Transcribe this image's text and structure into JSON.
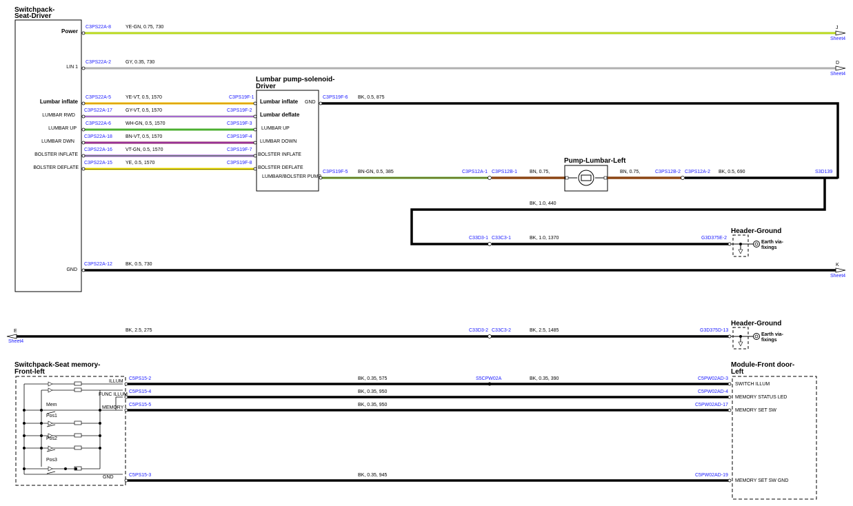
{
  "title": "",
  "components": {
    "switchpack_driver": {
      "name_line1": "Switchpack-",
      "name_line2": "Seat-Driver"
    },
    "lumbar_pump": {
      "name_line1": "Lumbar pump-solenoid-",
      "name_line2": "Driver"
    },
    "pump_lumbar_left": {
      "name": "Pump-Lumbar-Left"
    },
    "header_ground_1": {
      "name": "Header-Ground",
      "earth_line1": "Earth via-",
      "earth_line2": "fixings"
    },
    "header_ground_2": {
      "name": "Header-Ground",
      "earth_line1": "Earth via-",
      "earth_line2": "fixings"
    },
    "switchpack_memory": {
      "name_line1": "Switchpack-Seat memory-",
      "name_line2": "Front-left"
    },
    "module_door": {
      "name_line1": "Module-Front door-",
      "name_line2": "Left"
    }
  },
  "switchpack_pins": {
    "power": "Power",
    "lin1": "LIN 1",
    "lumbar_inflate": "Lumbar inflate",
    "lumbar_rwd": "LUMBAR RWD",
    "lumbar_up": "LUMBAR UP",
    "lumbar_dwn": "LUMBAR DWN",
    "bolster_inflate": "BOLSTER INFLATE",
    "bolster_deflate": "BOLSTER DEFLATE",
    "gnd": "GND"
  },
  "pump_pins": {
    "lumbar_inflate": "Lumbar inflate",
    "lumbar_deflate": "Lumbar deflate",
    "lumbar_up": "LUMBAR UP",
    "lumbar_down": "LUMBAR DOWN",
    "bolster_inflate": "BOLSTER INFLATE",
    "bolster_deflate": "BOLSTER DEFLATE",
    "lumbar_bolster_pump": "LUMBAR/BOLSTER PUMP",
    "gnd": "GND"
  },
  "memory_pins": {
    "illum": "ILLUM",
    "func_illum": "FUNC ILLUM",
    "memory": "MEMORY",
    "gnd": "GND"
  },
  "memory_switches": {
    "mem": "Mem",
    "pos1": "Pos1",
    "pos2": "Pos2",
    "pos3": "Pos3"
  },
  "door_pins": {
    "switch_illum": "SWITCH ILLUM",
    "memory_status_led": "MEMORY STATUS LED",
    "memory_set_sw": "MEMORY SET SW",
    "memory_set_sw_gnd": "MEMORY SET SW GND"
  },
  "wires": {
    "power": {
      "from": "C3PS22A-8",
      "spec": "YE-GN,  0.75,  730",
      "offpage": "J",
      "sheet": "Sheet4",
      "color": "#9acd32",
      "stripe": "#e6e600"
    },
    "lin": {
      "from": "C3PS22A-2",
      "spec": "GY,  0.35,  730",
      "offpage": "D",
      "sheet": "Sheet4",
      "color": "#b0b0b0"
    },
    "w1": {
      "from": "C3PS22A-5",
      "spec": "YE-VT,  0.5,  1570",
      "to": "C3PS19F-1",
      "color": "#e6c800",
      "stripe": "#b04ad0"
    },
    "w2": {
      "from": "C3PS22A-17",
      "spec": "GY-VT,  0.5,  1570",
      "to": "C3PS19F-2",
      "color": "#b0b0b0",
      "stripe": "#a040e0"
    },
    "w3": {
      "from": "C3PS22A-6",
      "spec": "WH-GN,  0.5,  1570",
      "to": "C3PS19F-3",
      "color": "#4caf30",
      "stripe": "#ffffff"
    },
    "w4": {
      "from": "C3PS22A-18",
      "spec": "BN-VT,  0.5,  1570",
      "to": "C3PS19F-4",
      "color": "#8b4513",
      "stripe": "#a040e0"
    },
    "w5": {
      "from": "C3PS22A-16",
      "spec": "VT-GN,  0.5,  1570",
      "to": "C3PS19F-7",
      "color": "#a040e0",
      "stripe": "#4caf30"
    },
    "w6": {
      "from": "C3PS22A-15",
      "spec": "YE,  0.5,  1570",
      "to": "C3PS19F-8",
      "color": "#f0e000"
    },
    "pump_gnd": {
      "from": "C3PS19F-6",
      "spec": "BK,  0.5,  875"
    },
    "pump_out": {
      "from": "C3PS19F-5",
      "spec": "BN-GN,  0.5,  385",
      "to1": "C3PS12A-1",
      "to2": "C3PS12B-1",
      "spec2": "BN,  0.75,",
      "color": "#8b4513",
      "stripe": "#4caf30"
    },
    "pump_ret": {
      "from1": "C3PS12B-2",
      "from2": "C3PS12A-2",
      "spec_pre": "BN,  0.75,",
      "spec": "BK,  0.5,  690",
      "splice": "S3D139"
    },
    "splice_down": {
      "spec": "BK,  1.0,  440"
    },
    "hg1": {
      "c1": "C33D3-1",
      "c2": "C33C3-1",
      "spec": "BK,  1.0,  1370",
      "to": "G3D375E-2"
    },
    "gnd": {
      "from": "C3PS22A-12",
      "spec": "BK,  0.5,  730",
      "offpage": "K",
      "sheet": "Sheet4"
    },
    "e_line": {
      "offpage": "E",
      "sheet": "Sheet4",
      "spec": "BK,  2.5,  275",
      "c1": "C33D3-2",
      "c2": "C33C3-2",
      "spec2": "BK,  2.5,  1485",
      "to": "G3D375D-13"
    },
    "m1": {
      "from": "C5PS15-2",
      "spec": "BK,  0.35,  575",
      "splice": "S5CPW02A",
      "spec2": "BK,  0.35,  390",
      "to": "C5PW02AD-3"
    },
    "m2": {
      "from": "C5PS15-4",
      "spec": "BK,  0.35,  950",
      "to": "C5PW02AD-4"
    },
    "m3": {
      "from": "C5PS15-5",
      "spec": "BK,  0.35,  950",
      "to": "C5PW02AD-17"
    },
    "m4": {
      "from": "C5PS15-3",
      "spec": "BK,  0.35,  945",
      "to": "C5PW02AD-19"
    }
  }
}
